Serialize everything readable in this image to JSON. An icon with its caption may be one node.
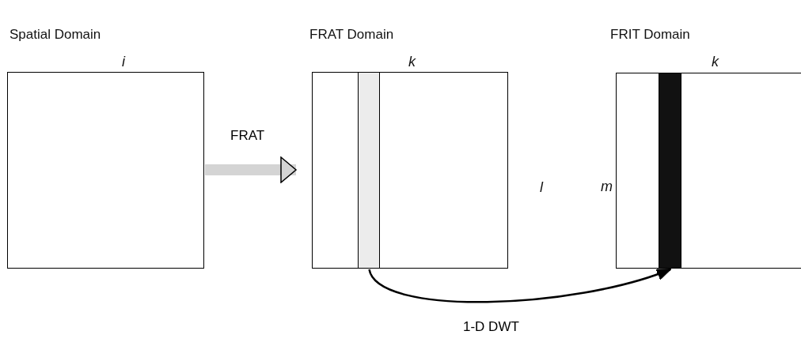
{
  "diagram": {
    "nodes": [
      {
        "text": [
          "Spatial Domain"
        ],
        "beside": [
          "i"
        ]
      },
      {
        "text": [
          "FRAT Domain"
        ],
        "beside": [
          "k",
          "l"
        ]
      },
      {
        "text": [],
        "shape": "bar",
        "in": 1
      },
      {
        "text": [
          "FRIT Domain"
        ],
        "beside": [
          "k",
          "m"
        ]
      },
      {
        "text": [],
        "shape": "bar",
        "in": 3
      }
    ],
    "edges": [
      {
        "from": 0,
        "to": 1,
        "arrow": "to",
        "label": "FRAT",
        "style": "thick"
      },
      {
        "from": 2,
        "to": 4,
        "arrow": "to",
        "label": "1-D DWT",
        "color": "#000000"
      }
    ]
  }
}
